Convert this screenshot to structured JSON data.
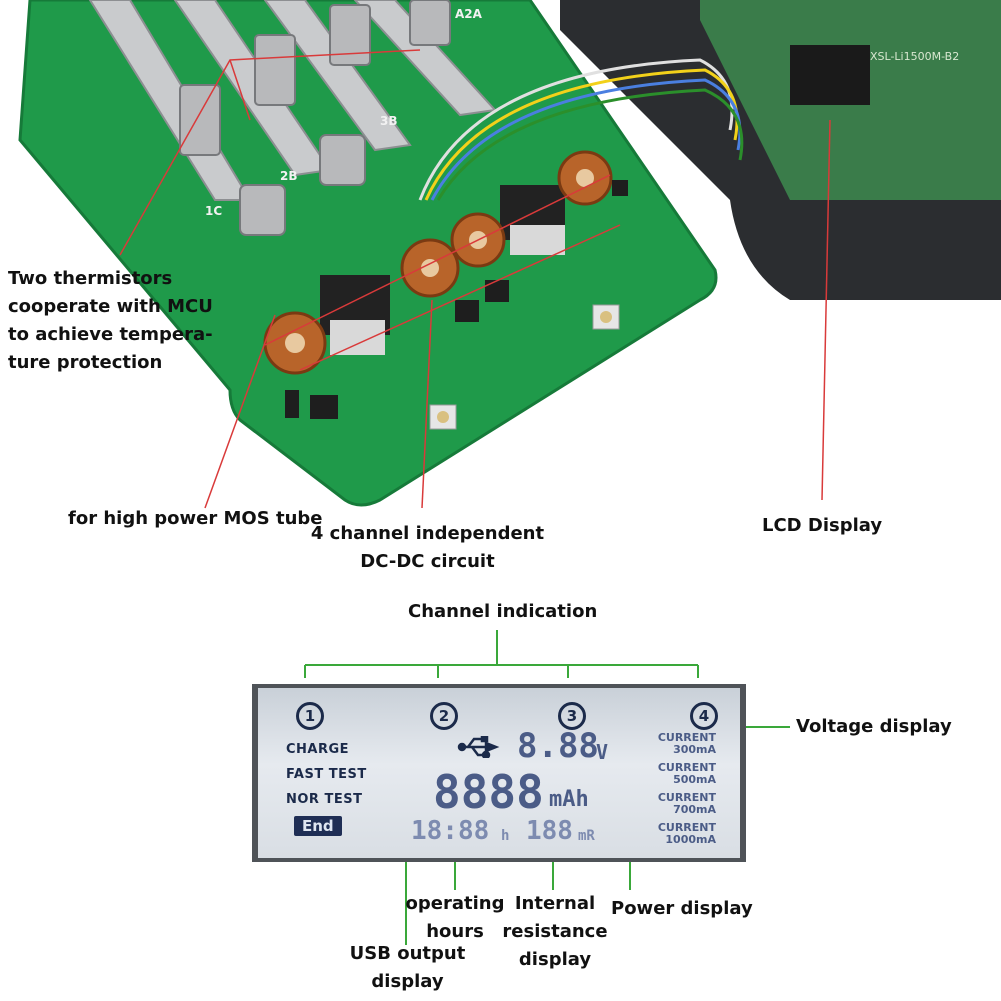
{
  "pcb": {
    "slot_markers": [
      "1C",
      "2B",
      "3B",
      "A2A"
    ],
    "lcd_chip_label": "XSL-Li1500M-B2"
  },
  "callouts": {
    "thermistors": [
      "Two thermistors",
      "cooperate with MCU",
      "to achieve tempera-",
      "ture protection"
    ],
    "mos_tube": "for high power MOS tube",
    "dcdc": [
      "4 channel independent",
      "DC-DC circuit"
    ],
    "lcd_display": "LCD Display",
    "channel_indication": "Channel indication",
    "voltage_display": "Voltage display",
    "power_display": "Power display",
    "operating_hours": [
      "operating",
      "hours"
    ],
    "internal_resistance": [
      "Internal",
      "resistance",
      "display"
    ],
    "usb_output": [
      "USB output",
      "display"
    ]
  },
  "lcd": {
    "channels": [
      "1",
      "2",
      "3",
      "4"
    ],
    "modes": [
      "CHARGE",
      "FAST TEST",
      "NOR TEST"
    ],
    "end_label": "End",
    "voltage_digits": "8.88",
    "voltage_unit": "V",
    "capacity_digits": "8888",
    "capacity_unit": "mAh",
    "time_digits": "18:88",
    "time_unit": "h",
    "resistance_digits": "188",
    "resistance_unit": "mR",
    "currents": [
      {
        "label": "CURRENT",
        "value": "300mA"
      },
      {
        "label": "CURRENT",
        "value": "500mA"
      },
      {
        "label": "CURRENT",
        "value": "700mA"
      },
      {
        "label": "CURRENT",
        "value": "1000mA"
      }
    ]
  },
  "colors": {
    "pcb_green": "#1f9a4a",
    "leader_red": "#d93a3a",
    "leader_green": "#3aa83a",
    "lcd_ink": "#1b2a4a"
  }
}
